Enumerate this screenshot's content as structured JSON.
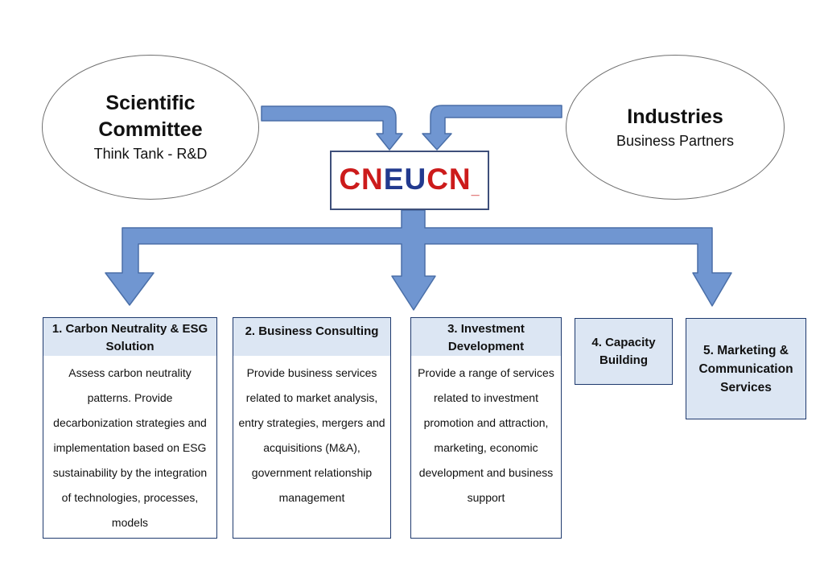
{
  "scientific_committee": {
    "title": "Scientific Committee",
    "subtitle": "Think Tank  - R&D"
  },
  "industries": {
    "title": "Industries",
    "subtitle": "Business Partners"
  },
  "center": {
    "label_red_1": "CN",
    "label_blue": "EU",
    "label_red_2": "CN",
    "label_tail": "_"
  },
  "services": [
    {
      "title": "1. Carbon Neutrality & ESG Solution",
      "description": "Assess carbon neutrality patterns. Provide decarbonization strategies and implementation based on ESG sustainability by the integration of technologies, processes, models"
    },
    {
      "title": "2. Business Consulting",
      "description": "Provide business services related to market analysis, entry strategies, mergers and acquisitions (M&A), government relationship management"
    },
    {
      "title": "3. Investment Development",
      "description": "Provide a range of services related to investment promotion and attraction, marketing, economic development and business support"
    },
    {
      "title": "4. Capacity Building"
    },
    {
      "title": "5. Marketing & Communication Services"
    }
  ],
  "colors": {
    "arrow_fill": "#7096d1",
    "arrow_stroke": "#4a6fa8",
    "box_header": "#dce6f3",
    "box_border": "#1f3a6e",
    "logo_red": "#cc1b1b",
    "logo_blue": "#223a8f"
  }
}
